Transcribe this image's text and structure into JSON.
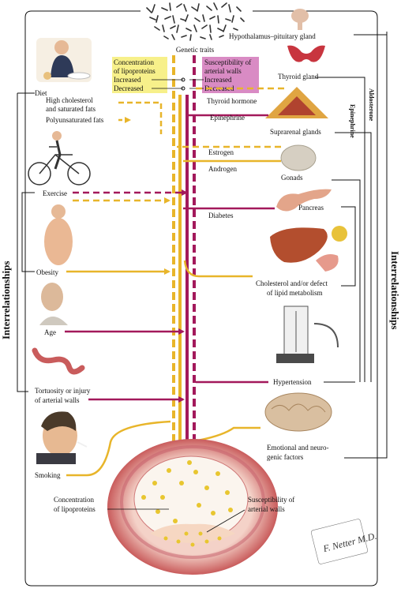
{
  "genetic_traits": "Genetic traits",
  "lipoprotein_box": {
    "title_line1": "Concentration",
    "title_line2": "of lipoproteins",
    "increased": "Increased",
    "decreased": "Decreased"
  },
  "susceptibility_box": {
    "title_line1": "Susceptibility of",
    "title_line2": "arterial walls",
    "increased": "Increased",
    "decreased": "Decreased"
  },
  "left_labels": {
    "diet": "Diet",
    "high_chol_1": "High cholesterol",
    "high_chol_2": "and saturated fats",
    "poly_fats": "Polyunsaturated fats",
    "exercise": "Exercise",
    "obesity": "Obesity",
    "age": "Age",
    "tortuosity_1": "Tortuosity or injury",
    "tortuosity_2": "of arterial walls",
    "smoking": "Smoking"
  },
  "right_labels": {
    "hypothalamus": "Hypothalamus–pituitary gland",
    "thyroid": "Thyroid gland",
    "thyroid_hormone": "Thyroid hormone",
    "epinephrine": "Epinephrine",
    "suprarenal": "Suprarenal glands",
    "aldosterone": "Aldosterone",
    "epinephrine_vertical": "Epinephrine",
    "estrogen": "Estrogen",
    "androgen": "Androgen",
    "gonads": "Gonads",
    "pancreas": "Pancreas",
    "diabetes": "Diabetes",
    "cholesterol_1": "Cholesterol and/or defect",
    "cholesterol_2": "of lipid metabolism",
    "hypertension": "Hypertension",
    "emotional_1": "Emotional and neuro-",
    "emotional_2": "genic factors"
  },
  "bottom_labels": {
    "conc_1": "Concentration",
    "conc_2": "of lipoproteins",
    "susc_1": "Susceptibility of",
    "susc_2": "arterial walls"
  },
  "side_titles": {
    "left": "Interrelationships",
    "right": "Interrelationships"
  },
  "signature": "F. Netter M.D.",
  "colors": {
    "yellow": "#e8b52a",
    "magenta": "#a3195b",
    "yellow_box": "#f7f08a",
    "magenta_box": "#d98bc4",
    "artery": "#d98585"
  }
}
